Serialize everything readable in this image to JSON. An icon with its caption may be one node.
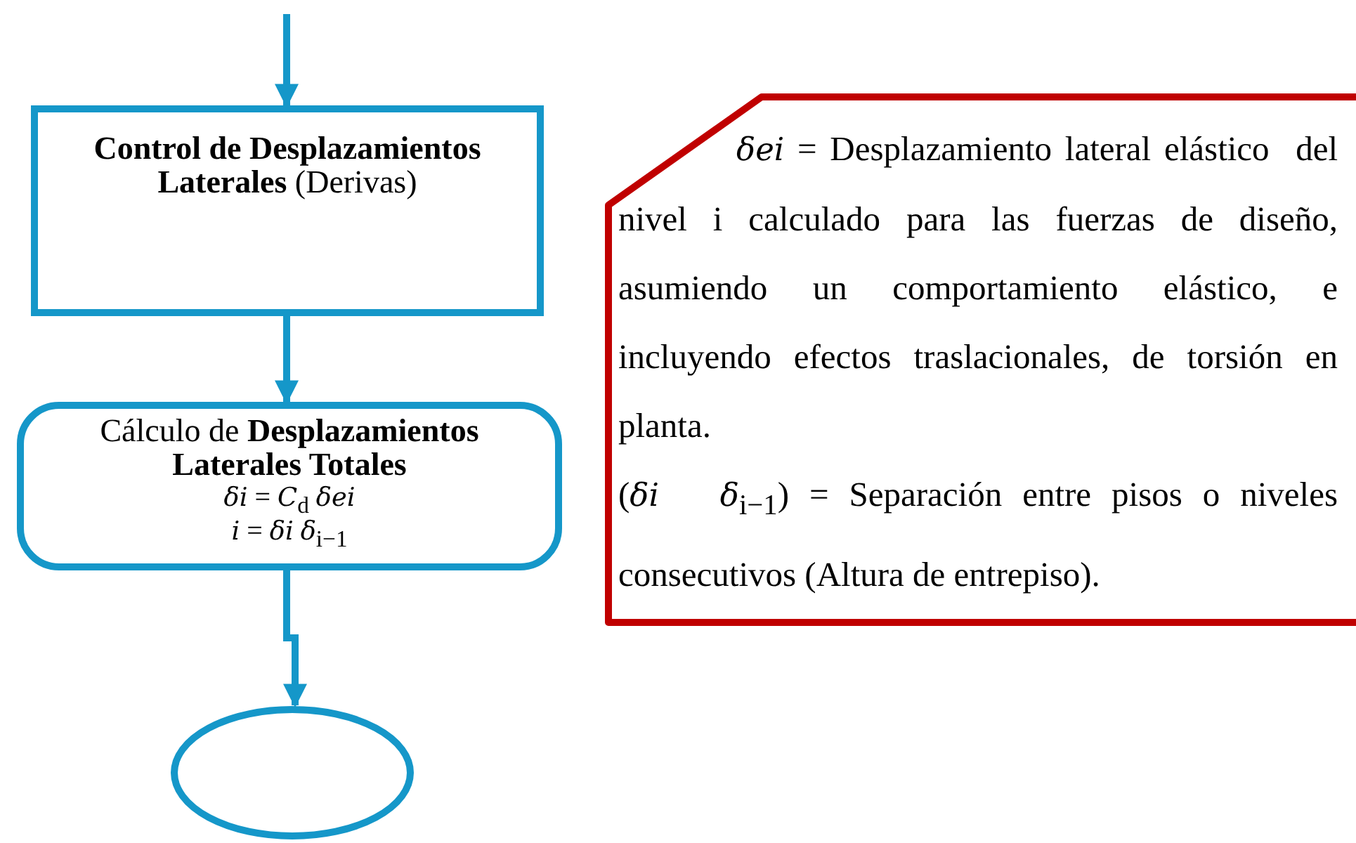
{
  "diagram": {
    "nodes": [
      {
        "text": [
          "**Control de Desplazamientos Laterales** (Derivas)"
        ]
      },
      {
        "text": [
          "Cálculo de **Desplazamientos Laterales Totales**",
          "*δi* = *C*$_{d}$   *δei*",
          "*i* = *δi*   *δ*$_{i−1}$"
        ]
      },
      {
        "text": [],
        "shape": "circle"
      },
      {
        "text": [
          "*δei* = Desplazamiento lateral elástico  del nivel i calculado para las fuerzas de diseño, asumiendo un comportamiento elástico, e incluyendo efectos traslacionales, de torsión en planta.",
          "(*δi*   *δ*$_{i−1}$) = Separación entre pisos o niveles consecutivos (Altura de entrepiso)."
        ]
      }
    ],
    "edges": [
      {
        "from": null,
        "to": 0,
        "arrow": "to"
      },
      {
        "from": 0,
        "to": 1,
        "arrow": "to"
      },
      {
        "from": 1,
        "to": 2,
        "arrow": "to"
      }
    ]
  }
}
